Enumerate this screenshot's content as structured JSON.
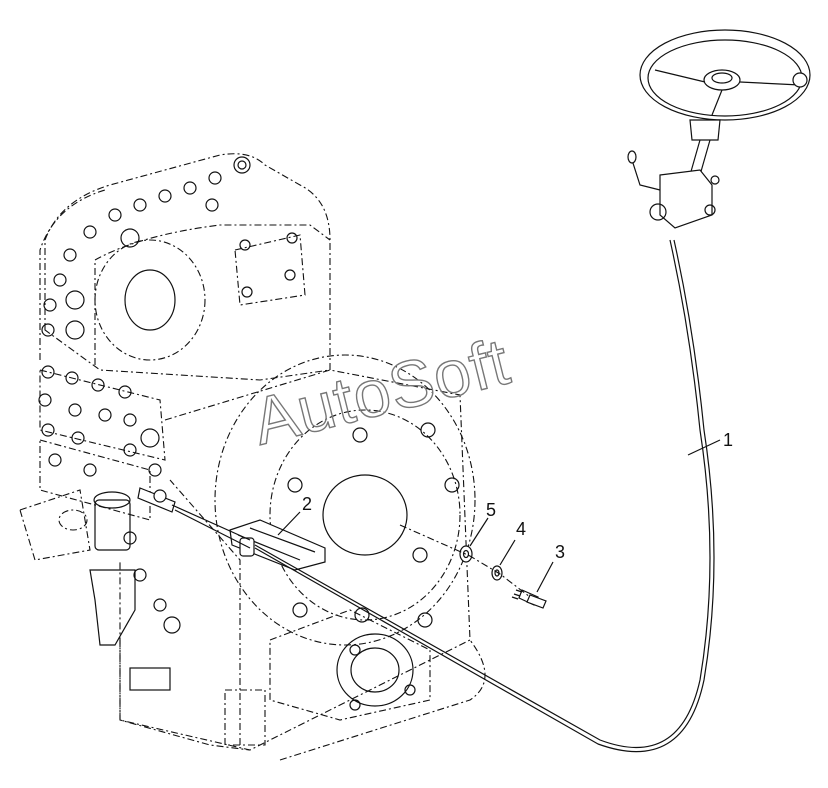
{
  "watermark": "AutoSoft",
  "callouts": [
    {
      "id": "1",
      "part": "control-cable"
    },
    {
      "id": "2",
      "part": "mounting-bracket"
    },
    {
      "id": "3",
      "part": "bolt"
    },
    {
      "id": "4",
      "part": "lock-washer"
    },
    {
      "id": "5",
      "part": "flat-washer"
    }
  ],
  "colors": {
    "line": "#111111",
    "watermark": "#777777",
    "background": "#ffffff"
  }
}
